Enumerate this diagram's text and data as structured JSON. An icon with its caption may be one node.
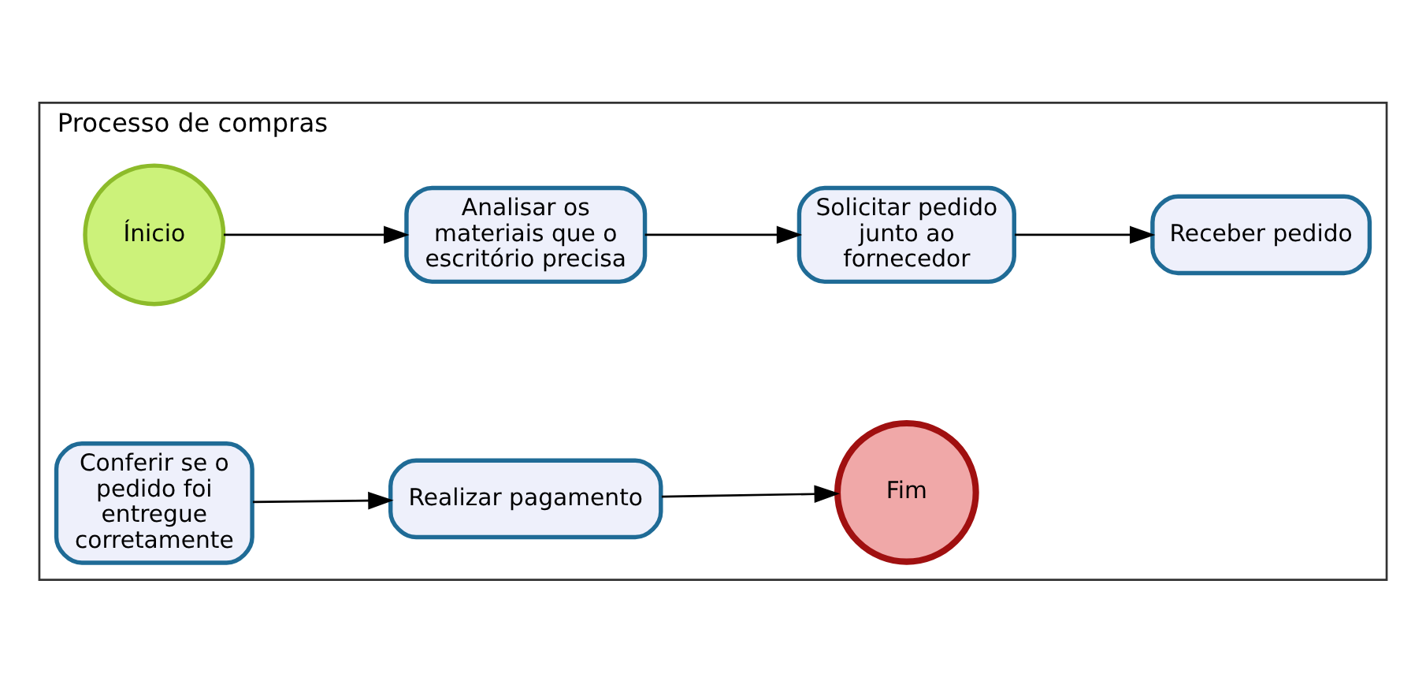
{
  "diagram": {
    "nodes": [
      {
        "text": [
          "Processo de compras"
        ]
      },
      {
        "text": [
          "Ínicio"
        ],
        "in": 0
      },
      {
        "text": [
          "Analisar os materiais que o escritório precisa"
        ],
        "in": 0
      },
      {
        "text": [
          "Solicitar pedido junto ao fornecedor"
        ],
        "in": 0
      },
      {
        "text": [
          "Receber pedido"
        ],
        "in": 0
      },
      {
        "text": [
          "Conferir se o pedido foi entregue corretamente"
        ],
        "in": 0
      },
      {
        "text": [
          "Realizar pagamento"
        ],
        "in": 0
      },
      {
        "text": [
          "Fim"
        ],
        "in": 0
      }
    ],
    "edges": [
      {
        "from": 1,
        "to": 2,
        "arrow": "to"
      },
      {
        "from": 2,
        "to": 3,
        "arrow": "to"
      },
      {
        "from": 3,
        "to": 4,
        "arrow": "to"
      },
      {
        "from": 5,
        "to": 6,
        "arrow": "to"
      },
      {
        "from": 6,
        "to": 7,
        "arrow": "to"
      }
    ]
  }
}
